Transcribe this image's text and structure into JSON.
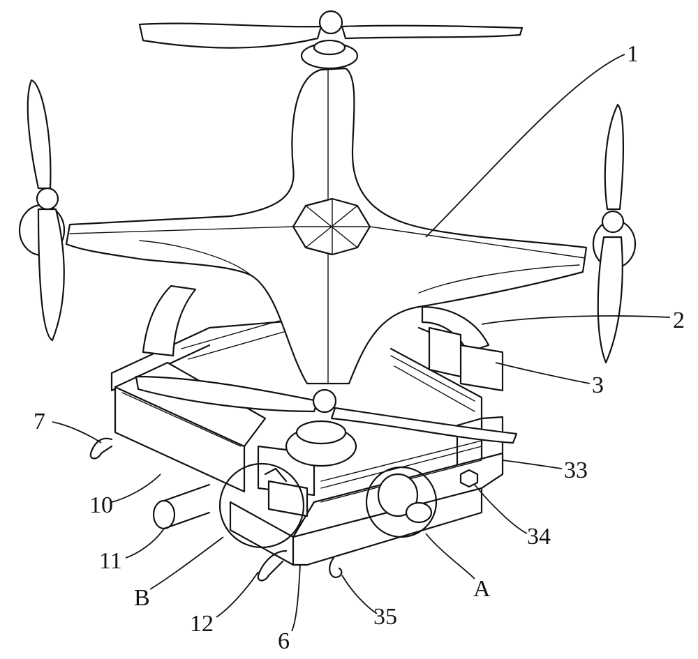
{
  "callouts": [
    {
      "id": "1",
      "text": "1"
    },
    {
      "id": "2",
      "text": "2"
    },
    {
      "id": "3",
      "text": "3"
    },
    {
      "id": "33",
      "text": "33"
    },
    {
      "id": "34",
      "text": "34"
    },
    {
      "id": "A",
      "text": "A"
    },
    {
      "id": "35",
      "text": "35"
    },
    {
      "id": "6",
      "text": "6"
    },
    {
      "id": "12",
      "text": "12"
    },
    {
      "id": "B",
      "text": "B"
    },
    {
      "id": "11",
      "text": "11"
    },
    {
      "id": "10",
      "text": "10"
    },
    {
      "id": "7",
      "text": "7"
    }
  ]
}
